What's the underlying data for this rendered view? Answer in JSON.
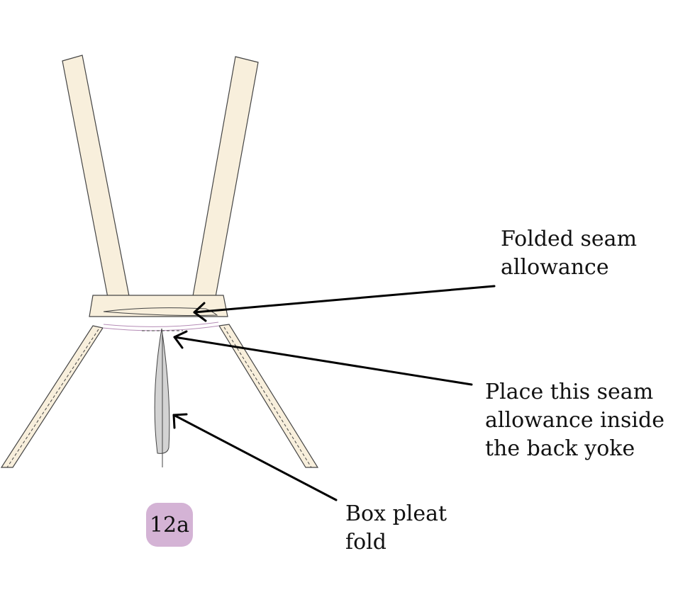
{
  "colors": {
    "fabric_fill": "#f8efdc",
    "outline": "#444444",
    "pleat_fill": "#d3d3d3",
    "badge_fill": "#d4b3d5",
    "stitch_line": "#b58cb6",
    "arrow": "#000000"
  },
  "labels": {
    "folded_seam": [
      "Folded seam",
      "allowance"
    ],
    "place_seam": [
      "Place this seam",
      "allowance inside",
      "the back yoke"
    ],
    "box_pleat": [
      "Box pleat",
      "fold"
    ]
  },
  "badge": {
    "text": "12a"
  }
}
